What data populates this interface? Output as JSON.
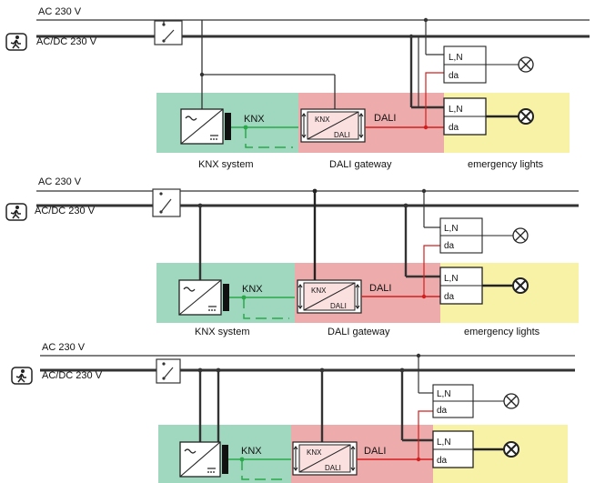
{
  "labels": {
    "mains_ac": "AC 230 V",
    "mains_acdc": "AC/DC 230 V",
    "knx": "KNX",
    "dali": "DALI",
    "gateway_knx": "KNX",
    "gateway_dali": "DALI",
    "device_power": "L,N",
    "device_data": "da",
    "caption_knx": "KNX system",
    "caption_gateway": "DALI gateway",
    "caption_emergency": "emergency lights"
  },
  "colors": {
    "knx_zone": "#9fd8bf",
    "dali_zone": "#eeabab",
    "emergency_zone": "#f7f2a6",
    "knx_bus": "#2aa84a",
    "dali_bus": "#d22020",
    "mains": "#333333"
  },
  "icons": [
    "emergency-exit-icon",
    "switch-icon",
    "power-supply-icon",
    "gateway-icon",
    "lamp-icon"
  ],
  "diagrams": [
    {
      "id": "top",
      "captions": true
    },
    {
      "id": "middle",
      "captions": true
    },
    {
      "id": "bottom",
      "captions": false
    }
  ]
}
